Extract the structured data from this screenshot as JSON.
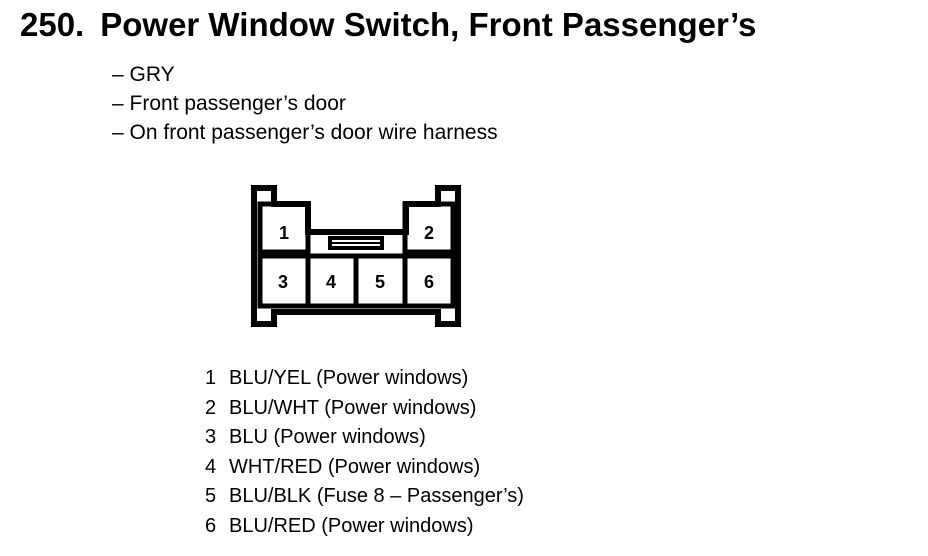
{
  "header": {
    "number": "250.",
    "title": "Power Window Switch, Front Passenger’s"
  },
  "info": [
    "– GRY",
    "– Front passenger’s door",
    "– On front passenger’s door wire harness"
  ],
  "connector": {
    "terminals": [
      "1",
      "2",
      "3",
      "4",
      "5",
      "6"
    ]
  },
  "pins": [
    {
      "num": "1",
      "desc": "BLU/YEL (Power windows)"
    },
    {
      "num": "2",
      "desc": "BLU/WHT (Power windows)"
    },
    {
      "num": "3",
      "desc": "BLU (Power windows)"
    },
    {
      "num": "4",
      "desc": "WHT/RED (Power windows)"
    },
    {
      "num": "5",
      "desc": "BLU/BLK (Fuse 8 – Passenger’s)"
    },
    {
      "num": "6",
      "desc": "BLU/RED (Power windows)"
    }
  ]
}
